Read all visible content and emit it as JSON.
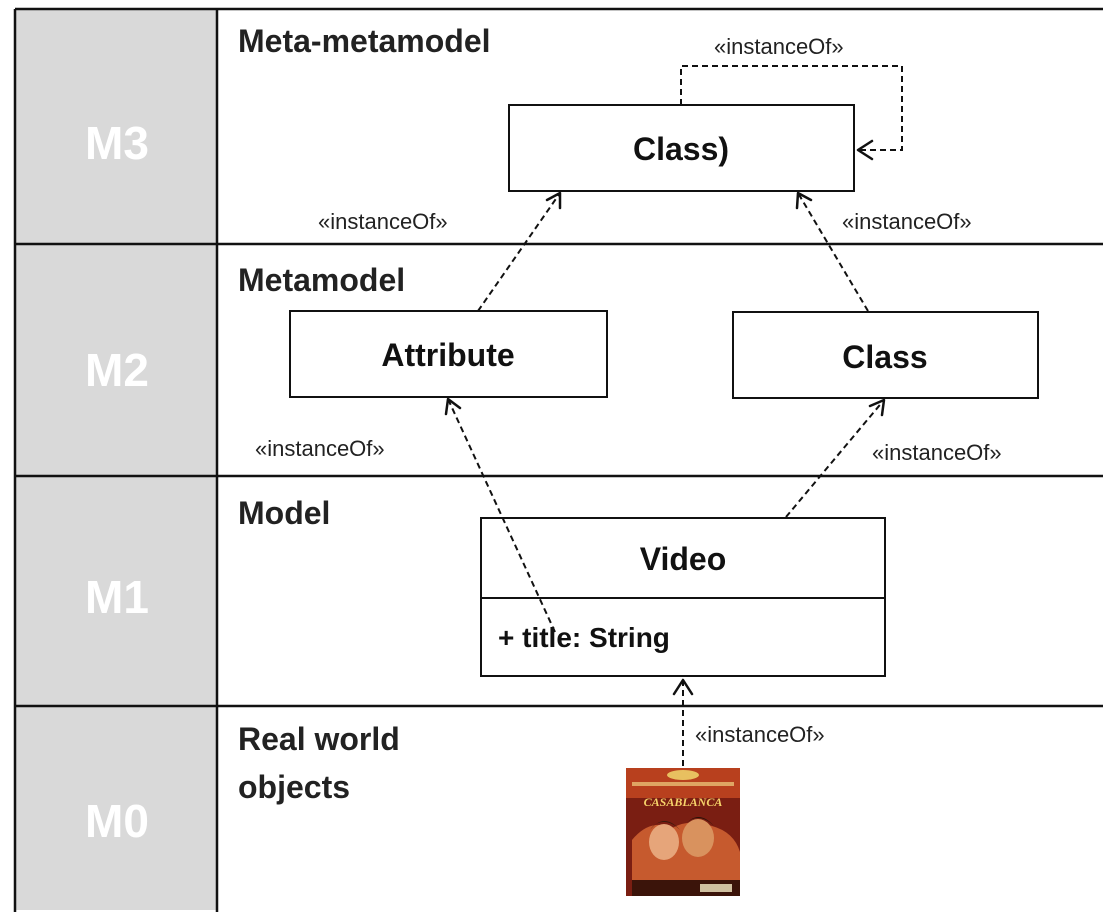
{
  "levels": [
    {
      "id": "M3",
      "title": "Meta-metamodel"
    },
    {
      "id": "M2",
      "title": "Metamodel"
    },
    {
      "id": "M1",
      "title": "Model"
    },
    {
      "id": "M0",
      "title_line1": "Real world",
      "title_line2": "objects"
    }
  ],
  "boxes": {
    "m3_class": "Class)",
    "m2_attribute": "Attribute",
    "m2_class": "Class",
    "m1_video": "Video",
    "m1_video_attr": "+ title: String"
  },
  "relations": {
    "instance_of": "«instanceOf»"
  },
  "poster": {
    "title": "CASABLANCA"
  },
  "colors": {
    "level_band": "#d9d9d9",
    "level_text": "#ffffff",
    "border": "#111111"
  }
}
